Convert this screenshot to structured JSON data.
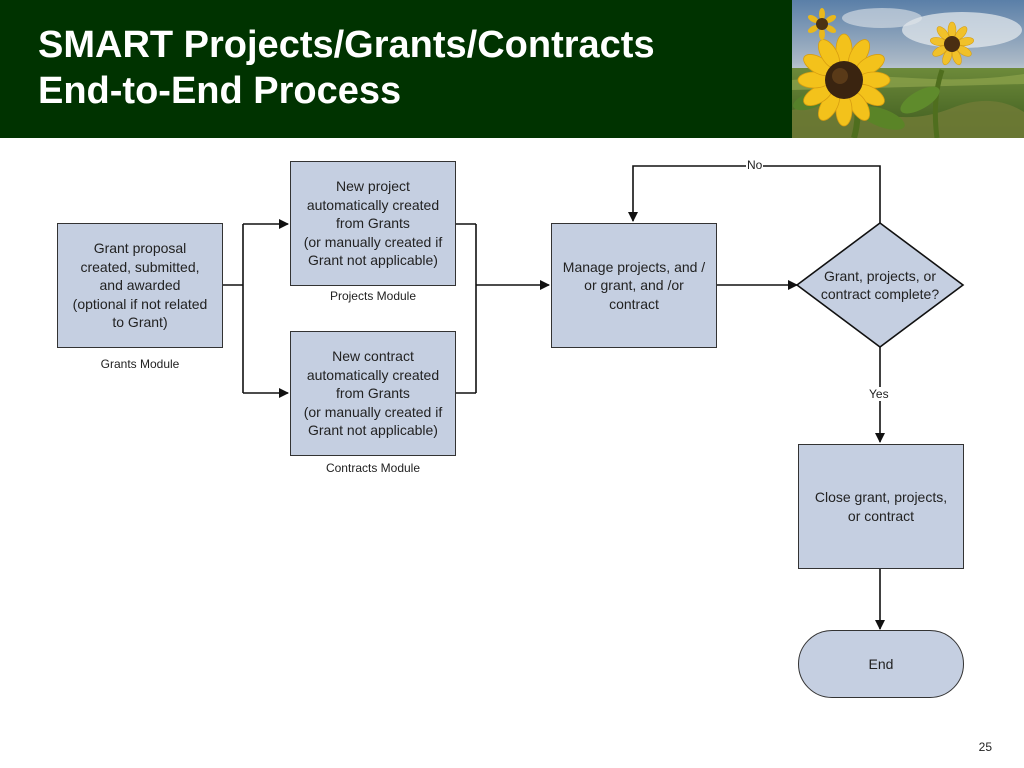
{
  "slide": {
    "title_line1": "SMART Projects/Grants/Contracts",
    "title_line2": "End-to-End Process",
    "page_number": "25",
    "header_color": "#003300"
  },
  "flow": {
    "grant_box": "Grant proposal\ncreated, submitted,\nand awarded\n(optional if not related\nto Grant)",
    "grant_caption": "Grants Module",
    "project_box": "New project\nautomatically created\nfrom Grants\n(or manually created if\nGrant not applicable)",
    "project_caption": "Projects Module",
    "contract_box": "New contract\nautomatically created\nfrom Grants\n(or manually created if\nGrant not applicable)",
    "contract_caption": "Contracts Module",
    "manage_box": "Manage projects, and /\nor grant, and /or\ncontract",
    "decision": "Grant, projects, or\ncontract complete?",
    "no_label": "No",
    "yes_label": "Yes",
    "close_box": "Close grant, projects,\nor contract",
    "end_label": "End",
    "box_fill": "#c5cfe1"
  }
}
